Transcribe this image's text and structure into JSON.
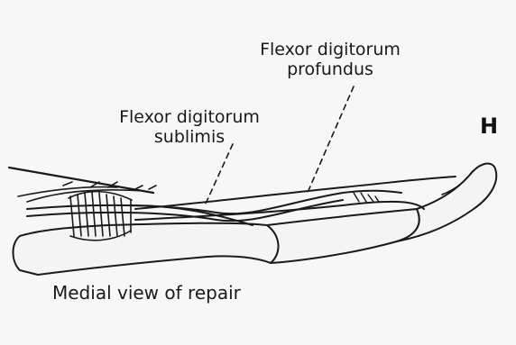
{
  "labels": {
    "fdp_line1": "Flexor digitorum",
    "fdp_line2": "profundus",
    "fds_line1": "Flexor digitorum",
    "fds_line2": "sublimis",
    "panel_letter": "H"
  },
  "caption": "Medial view of repair",
  "colors": {
    "ink": "#1a1a1a",
    "background": "#f7f7f7",
    "bone_fill": "#f4f4f4"
  }
}
